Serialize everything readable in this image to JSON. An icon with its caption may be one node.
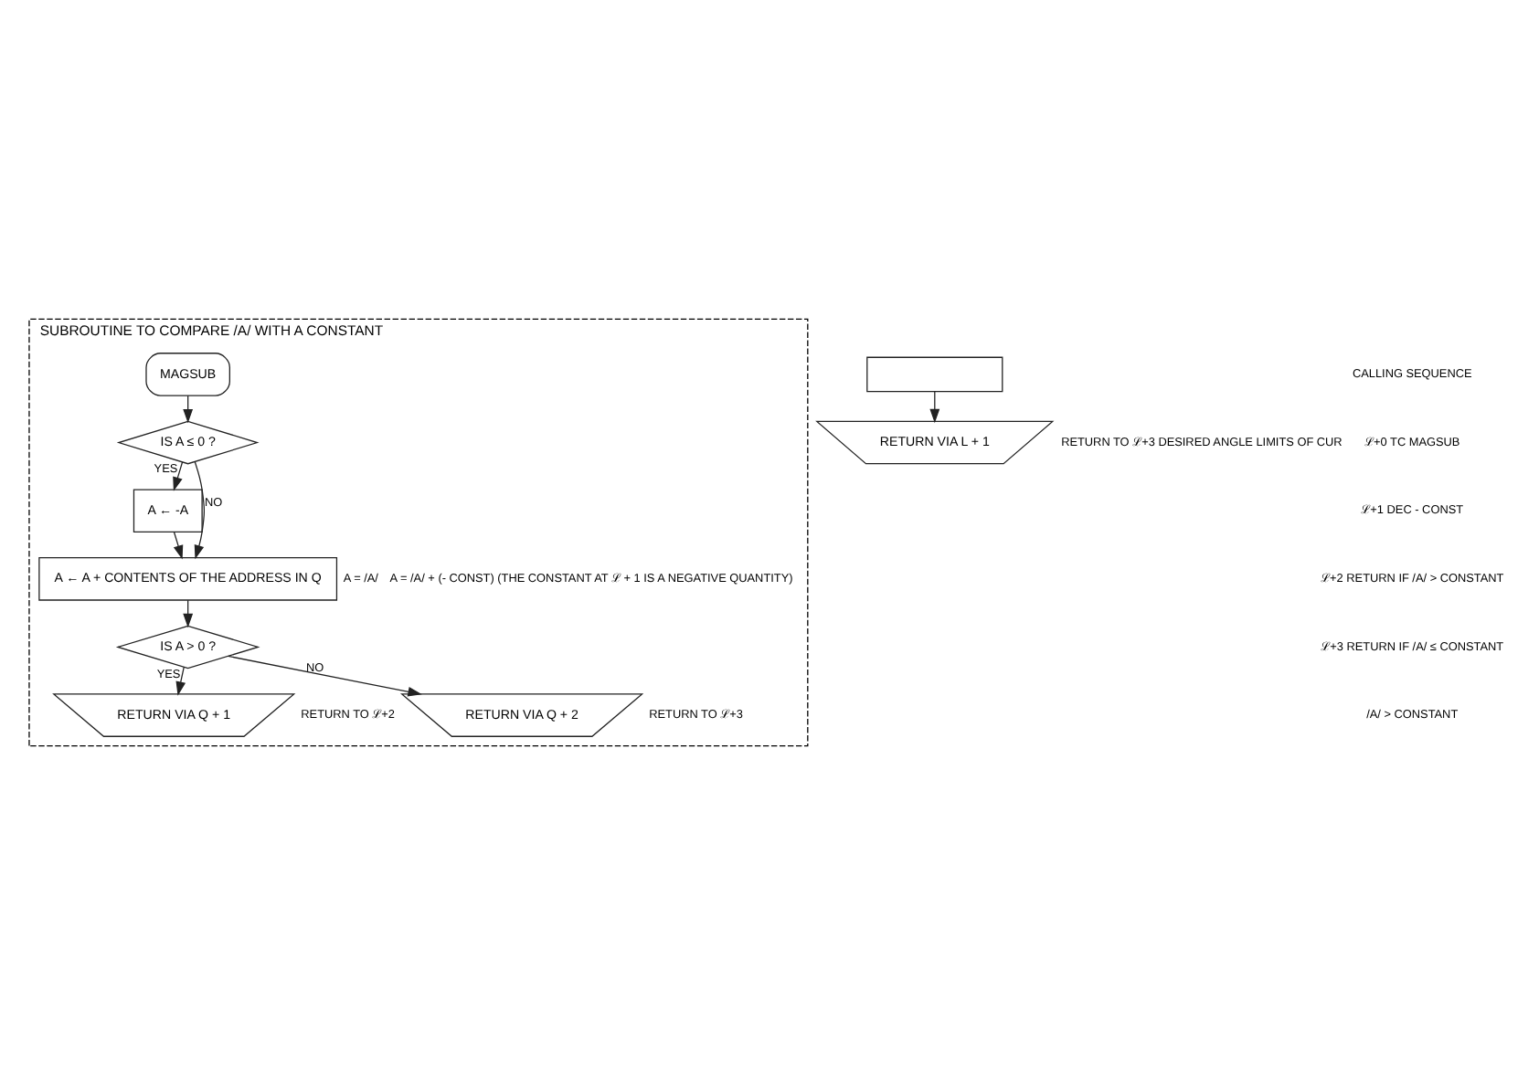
{
  "diagram": {
    "nodes": [
      {
        "text": [
          "SUBROUTINE TO COMPARE /A/ WITH A CONSTANT"
        ]
      },
      {
        "text": [
          "MAGSUB"
        ],
        "in": 0
      },
      {
        "text": [
          "IS A ≤ 0 ?"
        ],
        "in": 0
      },
      {
        "text": [
          "A ← -A"
        ],
        "in": 0
      },
      {
        "text": [
          "A ← A + CONTENTS OF THE ADDRESS IN Q"
        ],
        "in": 0,
        "beside": [
          "A = /A/",
          "A = /A/ + (- CONST) (THE CONSTANT AT ℒ + 1 IS A NEGATIVE QUANTITY)"
        ]
      },
      {
        "text": [
          "IS A > 0 ?"
        ],
        "in": 0
      },
      {
        "text": [
          "RETURN VIA Q + 1"
        ],
        "in": 0,
        "beside": [
          "RETURN TO ℒ+2"
        ]
      },
      {
        "text": [
          "RETURN VIA Q + 2"
        ],
        "in": 0,
        "beside": [
          "RETURN TO ℒ+3"
        ]
      },
      {
        "text": [],
        "shape": "box"
      },
      {
        "text": [
          "RETURN VIA L + 1"
        ],
        "beside": [
          "RETURN TO ℒ+3 DESIRED ANGLE LIMITS OF CUR"
        ]
      }
    ],
    "edges": [
      {
        "from": 1,
        "to": 2,
        "arrow": "to"
      },
      {
        "from": 2,
        "to": 3,
        "arrow": "to",
        "label": "YES"
      },
      {
        "from": 2,
        "to": 4,
        "arrow": "to",
        "label": "NO"
      },
      {
        "from": 3,
        "to": 4,
        "arrow": "to"
      },
      {
        "from": 4,
        "to": 5,
        "arrow": "to"
      },
      {
        "from": 5,
        "to": 6,
        "arrow": "to",
        "label": "YES"
      },
      {
        "from": 5,
        "to": 7,
        "arrow": "to",
        "label": "NO"
      },
      {
        "from": 8,
        "to": 9,
        "arrow": "to"
      }
    ],
    "labels": [
      "CALLING SEQUENCE",
      "ℒ+0 TC MAGSUB",
      "ℒ+1 DEC - CONST",
      "ℒ+2 RETURN IF /A/ > CONSTANT",
      "ℒ+3 RETURN IF /A/ ≤ CONSTANT",
      "/A/ > CONSTANT"
    ]
  }
}
